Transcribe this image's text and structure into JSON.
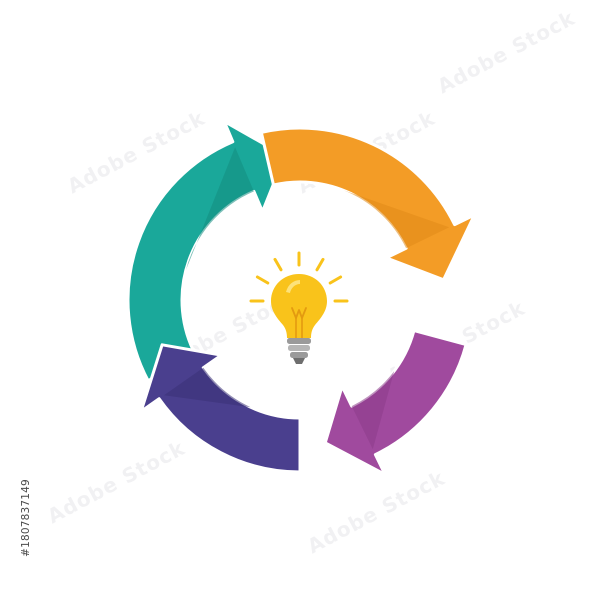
{
  "watermark_text": "Adobe Stock",
  "stock_id": "#1807837149",
  "arrows": [
    {
      "name": "teal-arrow",
      "color": "#1aa89a",
      "shade": "#148c80"
    },
    {
      "name": "orange-arrow",
      "color": "#f39c26",
      "shade": "#e08a18"
    },
    {
      "name": "purple-arrow",
      "color": "#a04a9e",
      "shade": "#8c3d8a"
    },
    {
      "name": "indigo-arrow",
      "color": "#4a3f8e",
      "shade": "#3b3276"
    }
  ],
  "bulb": {
    "glass_color": "#f9c31b",
    "highlight_color": "#fde27a",
    "ray_color": "#f9c31b",
    "base_color": "#9a9a9a"
  }
}
